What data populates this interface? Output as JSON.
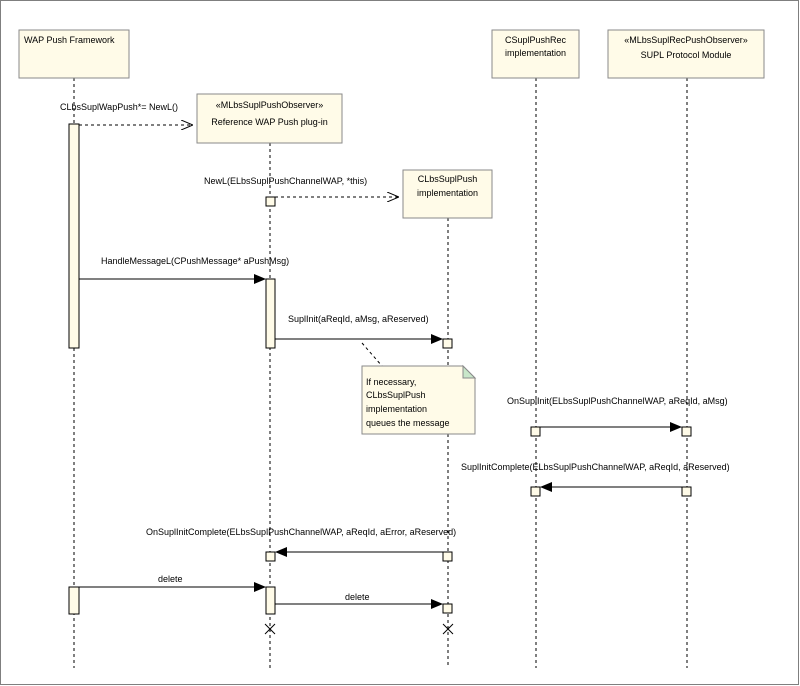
{
  "participants": [
    {
      "id": "wap",
      "lines": [
        "WAP Push Framework"
      ]
    },
    {
      "id": "plugin",
      "lines": [
        "«MLbsSuplPushObserver»",
        "Reference WAP Push plug-in"
      ]
    },
    {
      "id": "push",
      "lines": [
        "CLbsSuplPush",
        "implementation"
      ]
    },
    {
      "id": "rec",
      "lines": [
        "CSuplPushRec",
        "implementation"
      ]
    },
    {
      "id": "supl",
      "lines": [
        "«MLbsSuplRecPushObserver»",
        "SUPL Protocol Module"
      ]
    }
  ],
  "messages": [
    {
      "id": "newl-plugin",
      "label": "CLbsSuplWapPush*= NewL()"
    },
    {
      "id": "newl-push",
      "label": "NewL(ELbsSuplPushChannelWAP, *this)"
    },
    {
      "id": "handle",
      "label": "HandleMessageL(CPushMessage* aPushMsg)"
    },
    {
      "id": "suplinit",
      "label": "SuplInit(aReqId, aMsg, aReserved)"
    },
    {
      "id": "onsuplinit",
      "label": "OnSuplInit(ELbsSuplPushChannelWAP, aReqId, aMsg)"
    },
    {
      "id": "suplinitcomplete",
      "label": "SuplInitComplete(ELbsSuplPushChannelWAP, aReqId, aReserved)"
    },
    {
      "id": "onsuplinitcomplete",
      "label": "OnSuplInitComplete(ELbsSuplPushChannelWAP, aReqId, aError, aReserved)"
    },
    {
      "id": "delete-plugin",
      "label": "delete"
    },
    {
      "id": "delete-push",
      "label": "delete"
    }
  ],
  "note": {
    "lines": [
      "If necessary,",
      "CLbsSuplPush",
      "implementation",
      "queues the message"
    ]
  },
  "colors": {
    "box_fill": "#fffbe8",
    "box_stroke": "#8a8a8a",
    "line": "#000000",
    "frame": "#7f7f7f"
  }
}
